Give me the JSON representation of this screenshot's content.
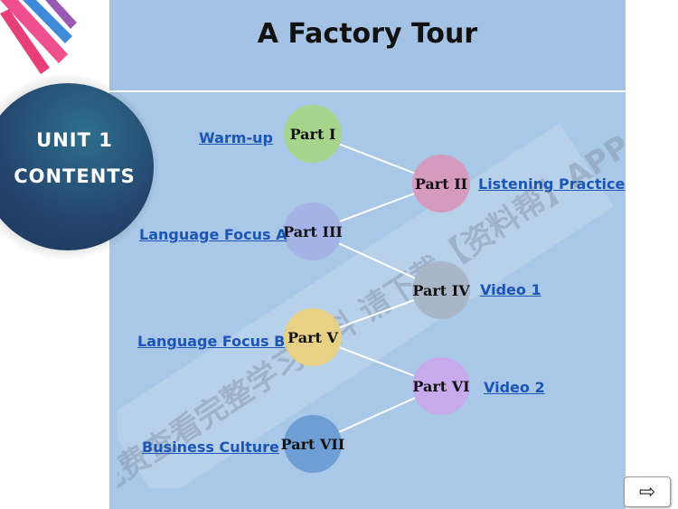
{
  "slide": {
    "title": "A Factory Tour",
    "unit_line1": "UNIT 1",
    "unit_line2": "CONTENTS",
    "watermark": "免费查看完整学习资料 请下载【资料帮】APP"
  },
  "parts": [
    {
      "node": "Part I",
      "link": "Warm-up",
      "color": "#a6d48d"
    },
    {
      "node": "Part II",
      "link": "Listening Practice",
      "color": "#d59bbf"
    },
    {
      "node": "Part III",
      "link": "Language Focus A",
      "color": "#a3b3e6"
    },
    {
      "node": "Part IV",
      "link": "Video 1",
      "color": "#a8b6c8"
    },
    {
      "node": "Part V",
      "link": "Language Focus B",
      "color": "#e8d084"
    },
    {
      "node": "Part VI",
      "link": "Video 2",
      "color": "#c6aaec"
    },
    {
      "node": "Part VII",
      "link": "Business Culture",
      "color": "#6e9fd4"
    }
  ],
  "nav": {
    "next_glyph": "⇨"
  },
  "colors": {
    "panel": "#a9c7e7",
    "link": "#1b55b5",
    "unit_circle": "#24466e"
  }
}
